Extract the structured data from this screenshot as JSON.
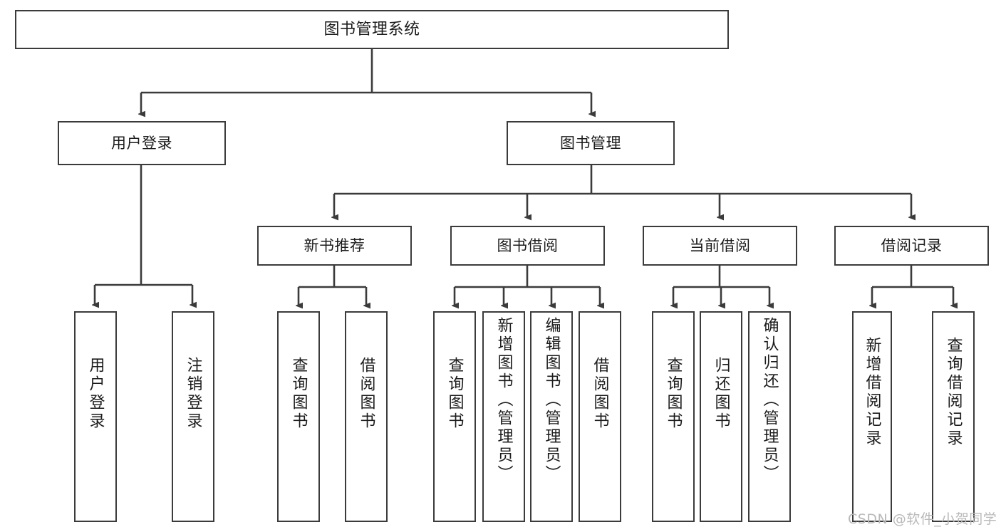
{
  "diagram": {
    "title": "图书管理系统",
    "watermark": "CSDN @软件_小贺同学",
    "line_color": "#3b3b3b",
    "box_fill": "#ffffff",
    "text_color": "#1b1b1b",
    "watermark_color": "#b9b9b9",
    "root": {
      "label": "图书管理系统"
    },
    "level2": [
      {
        "label": "用户登录"
      },
      {
        "label": "图书管理"
      }
    ],
    "level3": [
      {
        "label": "新书推荐"
      },
      {
        "label": "图书借阅"
      },
      {
        "label": "当前借阅"
      },
      {
        "label": "借阅记录"
      }
    ],
    "leaves": {
      "user_login": [
        {
          "label": "用户登录"
        },
        {
          "label": "注销登录"
        }
      ],
      "new_book_recommend": [
        {
          "label": "查询图书"
        },
        {
          "label": "借阅图书"
        }
      ],
      "book_borrow": [
        {
          "label": "查询图书"
        },
        {
          "label": "新增图书（管理员）"
        },
        {
          "label": "编辑图书（管理员）"
        },
        {
          "label": "借阅图书"
        }
      ],
      "current_borrow": [
        {
          "label": "查询图书"
        },
        {
          "label": "归还图书"
        },
        {
          "label": "确认归还（管理员）"
        }
      ],
      "borrow_record": [
        {
          "label": "新增借阅记录"
        },
        {
          "label": "查询借阅记录"
        }
      ]
    }
  }
}
